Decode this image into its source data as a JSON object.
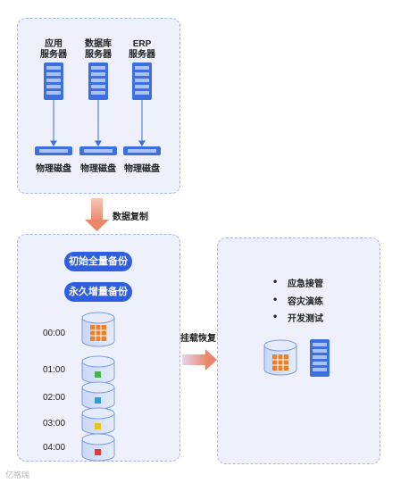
{
  "servers": [
    {
      "name_line1": "应用",
      "name_line2": "服务器",
      "disk_label": "物理磁盘"
    },
    {
      "name_line1": "数据库",
      "name_line2": "服务器",
      "disk_label": "物理磁盘"
    },
    {
      "name_line1": "ERP",
      "name_line2": "服务器",
      "disk_label": "物理磁盘"
    }
  ],
  "flow": {
    "replicate_label": "数据复制",
    "mount_label": "挂载恢复"
  },
  "backup": {
    "full_label": "初始全量备份",
    "incremental_label": "永久增量备份",
    "times": [
      "00:00",
      "01:00",
      "02:00",
      "03:00",
      "04:00"
    ],
    "marker_colors": [
      "#e8822f",
      "#4caf50",
      "#2a9fd8",
      "#e6c229",
      "#d84040"
    ]
  },
  "recovery": {
    "items": [
      "应急接管",
      "容灾演练",
      "开发测试"
    ]
  },
  "watermark": "亿格瑞"
}
